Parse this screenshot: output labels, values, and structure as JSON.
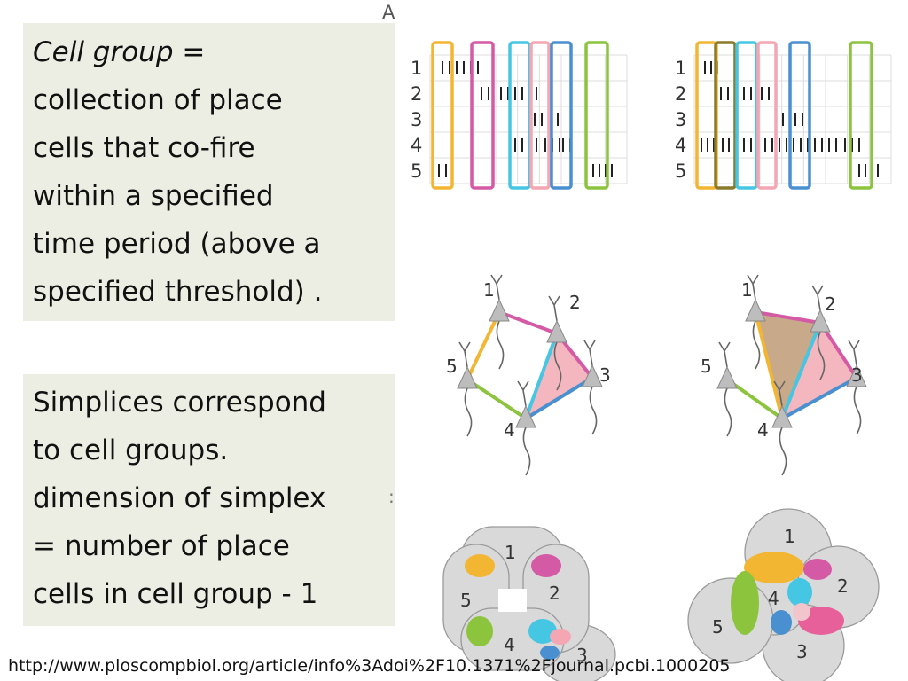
{
  "box1": {
    "term": "Cell group",
    "rest": " =",
    "lines": [
      "collection of place",
      "cells that co-fire",
      "within a specified",
      "time period (above a",
      "specified threshold) ."
    ]
  },
  "box2": {
    "lines": [
      "Simplices correspond",
      "to cell groups.",
      "dimension of simplex",
      "= number of place",
      "cells in cell group - 1"
    ]
  },
  "figure": {
    "panel_label": "A",
    "side_mark": ":",
    "raster_rows": [
      "1",
      "2",
      "3",
      "4",
      "5"
    ],
    "cells": [
      "1",
      "2",
      "3",
      "4",
      "5"
    ],
    "colors": {
      "yellow": "#f2b632",
      "magenta": "#d45aa6",
      "cyan": "#45c6e3",
      "pink": "#f4a6b3",
      "blue": "#4a8fd0",
      "green": "#8cc43e",
      "olive": "#8a7a2a",
      "grey": "#d9d9d9"
    }
  },
  "url": "http://www.ploscompbiol.org/article/info%3Adoi%2F10.1371%2Fjournal.pcbi.1000205"
}
